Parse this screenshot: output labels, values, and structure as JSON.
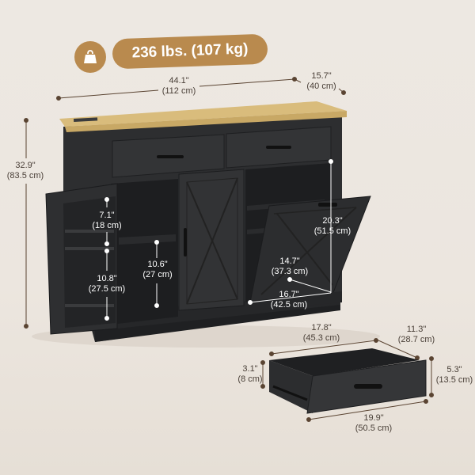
{
  "weight": {
    "icon": "weight-bag-icon",
    "label": "236 lbs. (107 kg)",
    "accent_color": "#b98a4e"
  },
  "cabinet": {
    "top_color": "#d9bc7c",
    "body_color": "#2e2f31",
    "dimensions": {
      "width": {
        "in": "44.1\"",
        "cm": "(112 cm)"
      },
      "depth": {
        "in": "15.7\"",
        "cm": "(40 cm)"
      },
      "height": {
        "in": "32.9\"",
        "cm": "(83.5 cm)"
      },
      "door_shelf_upper": {
        "in": "7.1\"",
        "cm": "(18 cm)"
      },
      "door_shelf_lower": {
        "in": "10.8\"",
        "cm": "(27.5 cm)"
      },
      "inner_shelf": {
        "in": "10.6\"",
        "cm": "(27 cm)"
      },
      "tilt_bin_height": {
        "in": "20.3\"",
        "cm": "(51.5 cm)"
      },
      "tilt_bin_depth": {
        "in": "14.7\"",
        "cm": "(37.3 cm)"
      },
      "tilt_bin_width": {
        "in": "16.7\"",
        "cm": "(42.5 cm)"
      }
    }
  },
  "drawer": {
    "dimensions": {
      "inner_width": {
        "in": "17.8\"",
        "cm": "(45.3 cm)"
      },
      "inner_depth": {
        "in": "11.3\"",
        "cm": "(28.7 cm)"
      },
      "inner_height": {
        "in": "3.1\"",
        "cm": "(8 cm)"
      },
      "outer_height": {
        "in": "5.3\"",
        "cm": "(13.5 cm)"
      },
      "outer_width": {
        "in": "19.9\"",
        "cm": "(50.5 cm)"
      }
    }
  }
}
